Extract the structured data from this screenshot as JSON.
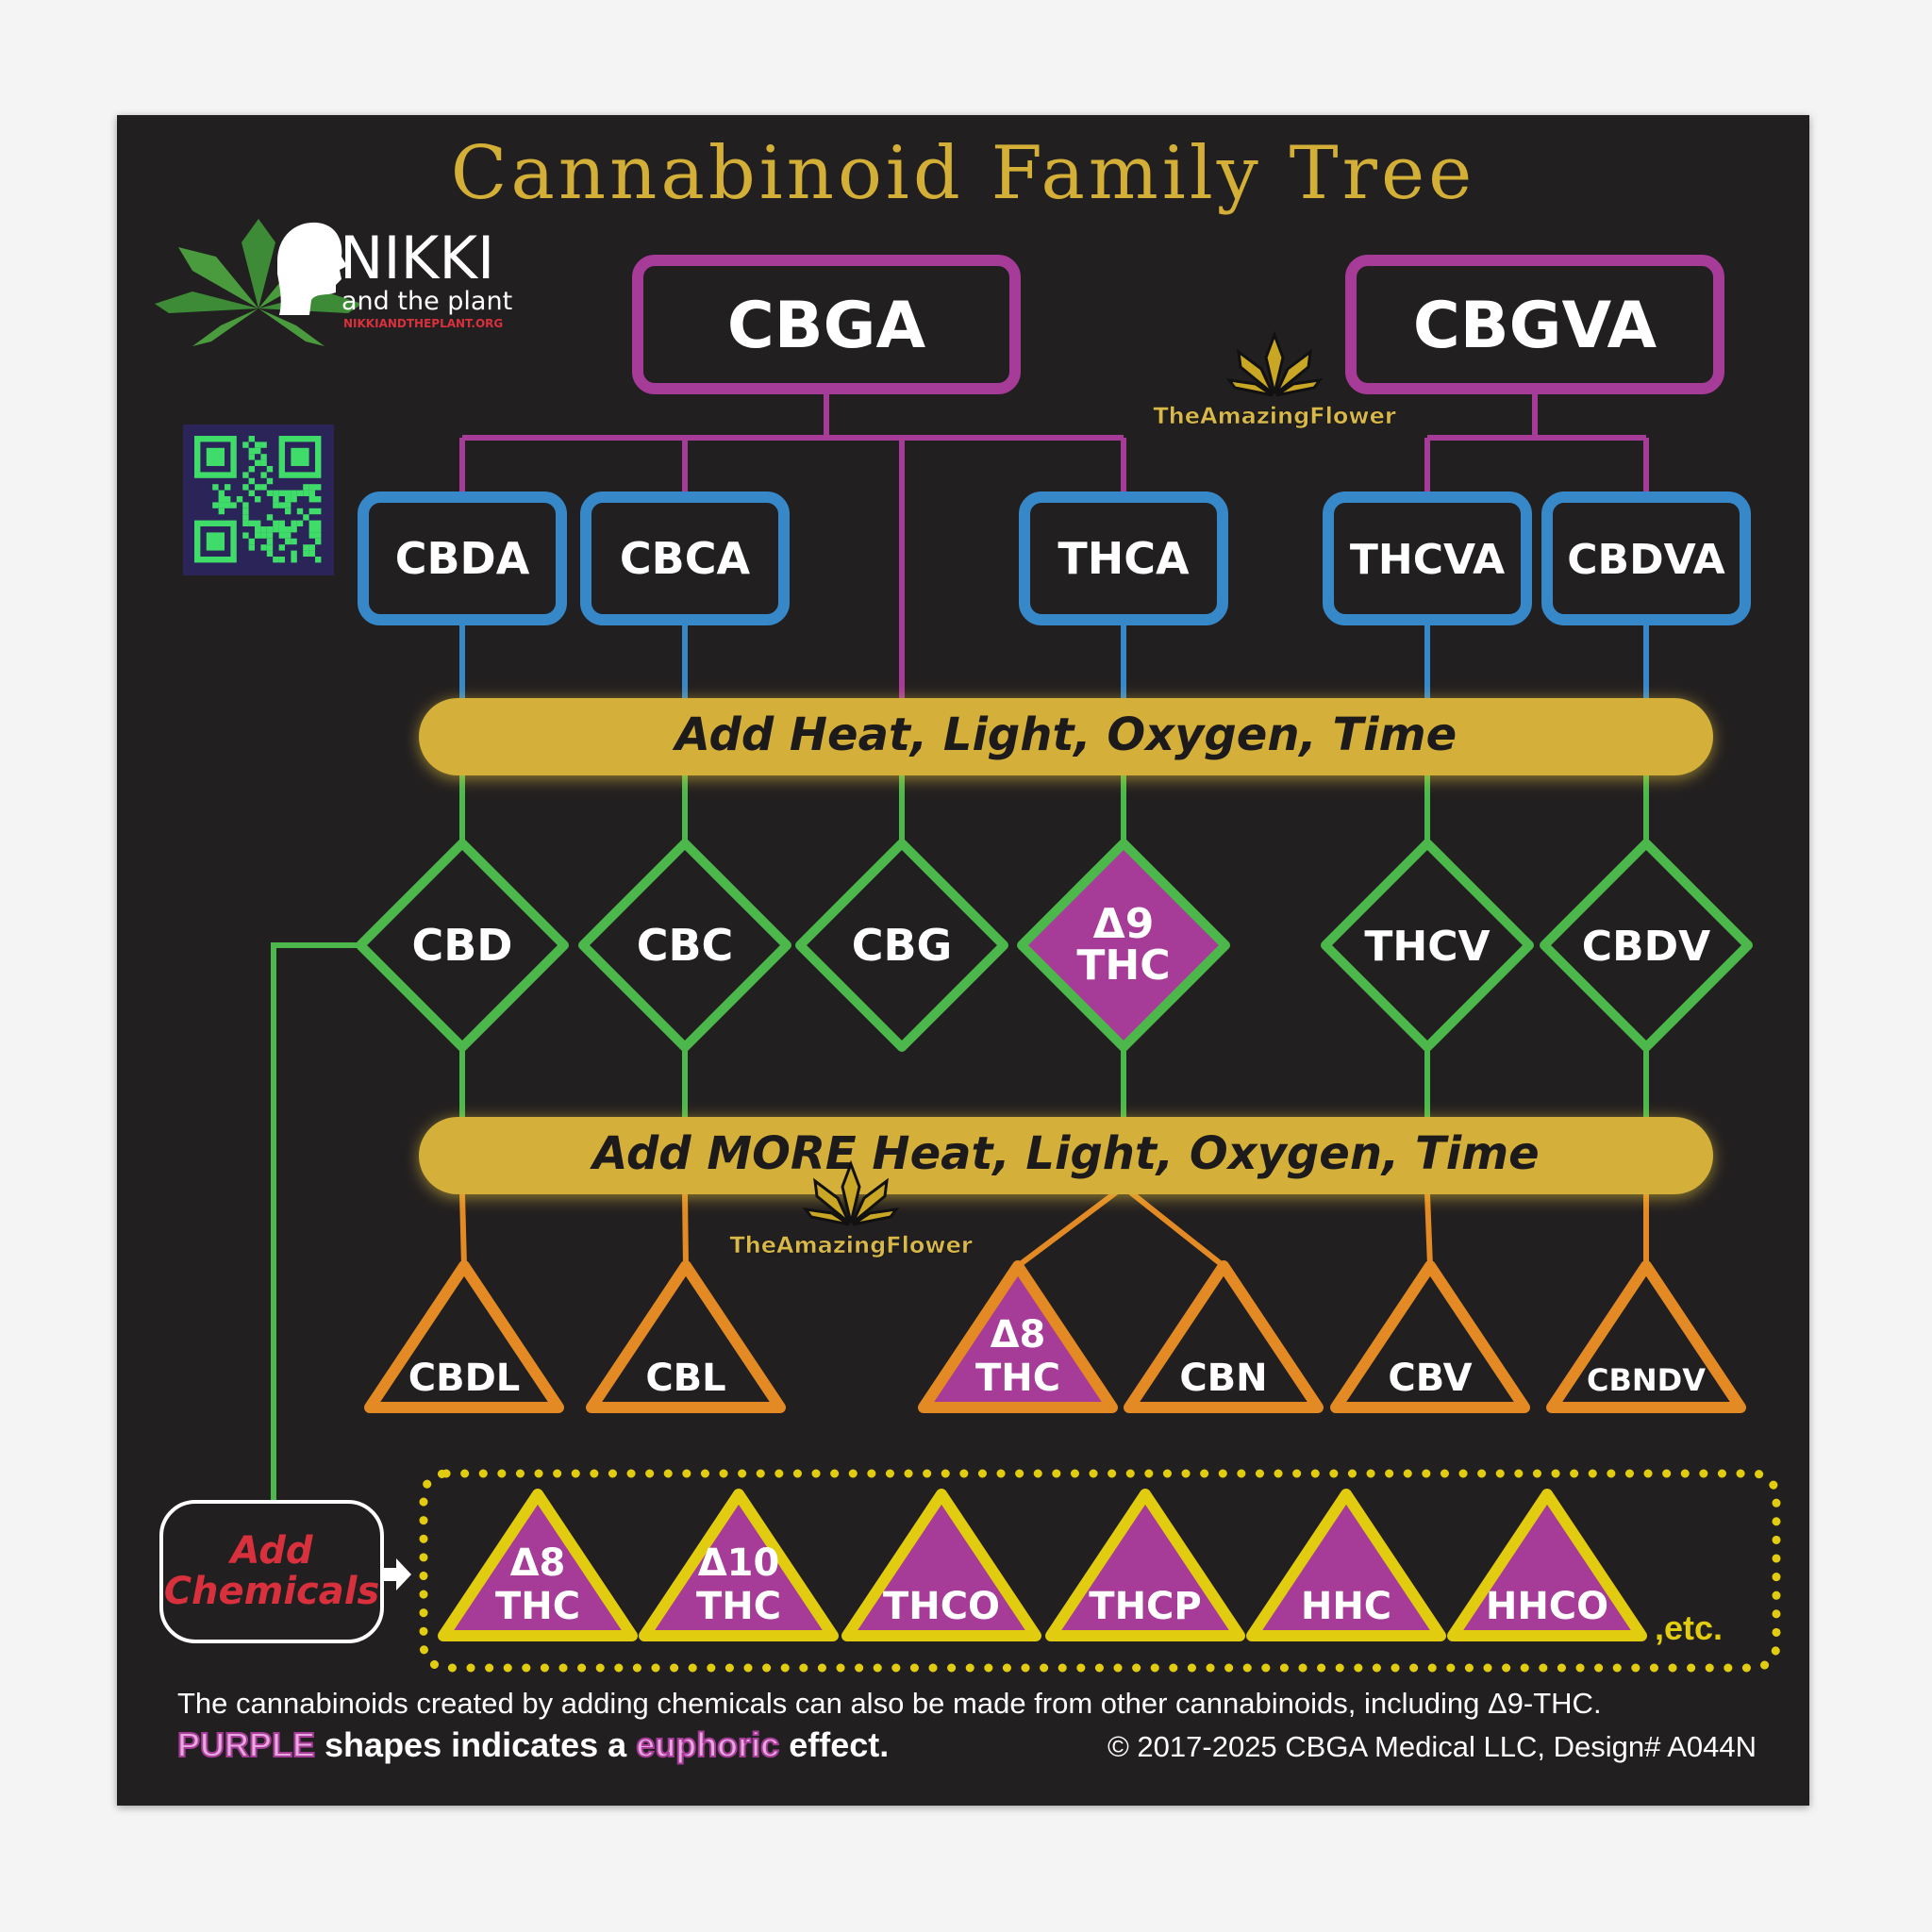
{
  "title": "Cannabinoid Family Tree",
  "colors": {
    "background": "#221f20",
    "title_gold": "#d4af37",
    "root_magenta": "#a63b98",
    "acid_blue": "#3788c9",
    "neutral_green": "#4cb84c",
    "degraded_orange": "#e38a25",
    "synthetic_yellow": "#e2cc10",
    "euphoric_purple": "#a63b98",
    "banner_gold": "#d4b03a",
    "chemicals_red": "#d8303c"
  },
  "logos": {
    "nikki": {
      "name": "NIKKI",
      "tagline": "and the plant",
      "url": "NIKKIANDTHEPLANT.ORG"
    },
    "amazing_flower": {
      "text": "TheAmazingFlower"
    },
    "qr_code": {
      "label": "QR code"
    }
  },
  "roots": [
    {
      "id": "cbga",
      "label": "CBGA"
    },
    {
      "id": "cbgva",
      "label": "CBGVA"
    }
  ],
  "acids": [
    {
      "id": "cbda",
      "label": "CBDA",
      "parent": "cbga"
    },
    {
      "id": "cbca",
      "label": "CBCA",
      "parent": "cbga"
    },
    {
      "id": "thca",
      "label": "THCA",
      "parent": "cbga"
    },
    {
      "id": "thcva",
      "label": "THCVA",
      "parent": "cbgva"
    },
    {
      "id": "cbdva",
      "label": "CBDVA",
      "parent": "cbgva"
    }
  ],
  "banner1": "Add Heat, Light, Oxygen, Time",
  "neutrals": [
    {
      "id": "cbd",
      "line1": "CBD",
      "line2": "",
      "euphoric": false
    },
    {
      "id": "cbc",
      "line1": "CBC",
      "line2": "",
      "euphoric": false
    },
    {
      "id": "cbg",
      "line1": "CBG",
      "line2": "",
      "euphoric": false
    },
    {
      "id": "d9thc",
      "line1": "Δ9",
      "line2": "THC",
      "euphoric": true
    },
    {
      "id": "thcv",
      "line1": "THCV",
      "line2": "",
      "euphoric": false
    },
    {
      "id": "cbdv",
      "line1": "CBDV",
      "line2": "",
      "euphoric": false
    }
  ],
  "banner2": "Add MORE Heat, Light, Oxygen, Time",
  "degraded": [
    {
      "id": "cbdl",
      "line1": "CBDL",
      "line2": "",
      "euphoric": false,
      "parent": "cbd"
    },
    {
      "id": "cbl",
      "line1": "CBL",
      "line2": "",
      "euphoric": false,
      "parent": "cbc"
    },
    {
      "id": "d8thc",
      "line1": "Δ8",
      "line2": "THC",
      "euphoric": true,
      "parent": "d9thc"
    },
    {
      "id": "cbn",
      "line1": "CBN",
      "line2": "",
      "euphoric": false,
      "parent": "d9thc"
    },
    {
      "id": "cbv",
      "line1": "CBV",
      "line2": "",
      "euphoric": false,
      "parent": "thcv"
    },
    {
      "id": "cbndv",
      "line1": "CBNDV",
      "line2": "",
      "euphoric": false,
      "parent": "cbdv"
    }
  ],
  "chemicals_box": {
    "line1": "Add",
    "line2": "Chemicals"
  },
  "synthetics": [
    {
      "id": "s-d8thc",
      "line1": "Δ8",
      "line2": "THC"
    },
    {
      "id": "s-d10thc",
      "line1": "Δ10",
      "line2": "THC"
    },
    {
      "id": "s-thco",
      "line1": "",
      "line2": "THCO"
    },
    {
      "id": "s-thcp",
      "line1": "",
      "line2": "THCP"
    },
    {
      "id": "s-hhc",
      "line1": "",
      "line2": "HHC"
    },
    {
      "id": "s-hhco",
      "line1": "",
      "line2": "HHCO"
    }
  ],
  "etc": ",etc.",
  "footer": {
    "note": "The cannabinoids created by adding chemicals can also be made from other cannabinoids, including Δ9-THC.",
    "legend_purple": "PURPLE",
    "legend_mid": " shapes indicates a ",
    "legend_euphoric": "euphoric",
    "legend_end": " effect.",
    "copyright": "© 2017-2025 CBGA Medical LLC, Design# A044N"
  }
}
